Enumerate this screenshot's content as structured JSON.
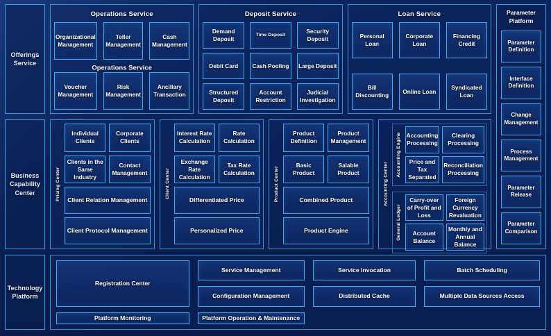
{
  "rows": [
    {
      "label": "Offerings Service",
      "panels": [
        {
          "title": "Operations Service",
          "duplicate_title": "Operations Service",
          "cells": [
            "Organizational Management",
            "Teller Management",
            "Cash Management",
            "Voucher Management",
            "Risk Management",
            "Ancillary Transaction"
          ]
        },
        {
          "title": "Deposit Service",
          "cells": [
            "Demand Deposit",
            "Time Deposit",
            "Security Deposit",
            "Debit Card",
            "Cash Pooling",
            "Large Deposit",
            "Structured Deposit",
            "Account Restriction",
            "Judicial Investigation"
          ]
        },
        {
          "title": "Loan Service",
          "cells": [
            "Personal Loan",
            "Corporate Loan",
            "Financing Credit",
            "Bill Discounting",
            "Online Loan",
            "Syndicated Loan"
          ]
        }
      ]
    },
    {
      "label": "Business Capability Center",
      "panels": [
        {
          "side_label": "Pricing Center",
          "pair1": [
            "Individual Clients",
            "Corporate Clients"
          ],
          "pair2": [
            "Clients in the Same Industry",
            "Contact Management"
          ],
          "full1": "Client Relation Management",
          "full2": "Client Protocol Management"
        },
        {
          "side_label": "Client Center",
          "pair1": [
            "Interest Rate Calculation",
            "Rate Calculation"
          ],
          "pair2": [
            "Exchange Rate Calculation",
            "Tax Rate Calculation"
          ],
          "full1": "Differentiated Price",
          "full2": "Personalized Price"
        },
        {
          "side_label": "Product Center",
          "pair1": [
            "Product Definition",
            "Product Management"
          ],
          "pair2": [
            "Basic Product",
            "Salable Product"
          ],
          "full1": "Combined Product",
          "full2": "Product Engine"
        },
        {
          "side_label": "Accounting Center",
          "groups": [
            {
              "side_label": "Accounting Engine",
              "cells": [
                "Accounting Processing",
                "Clearing Processing",
                "Price and Tax Separated",
                "Reconciliation Processing"
              ]
            },
            {
              "side_label": "General Ledger",
              "cells": [
                "Carry-over of Profit and Loss",
                "Foreign Currency Revaluation",
                "Account Balance",
                "Monthly and Annual Balance"
              ]
            }
          ]
        }
      ]
    },
    {
      "label": "Technology Platform",
      "panels": [
        {
          "cells": [
            "Registration Center",
            "Service Management",
            "Service Invocation",
            "Batch Scheduling",
            "Configuration Management",
            "Distributed Cache",
            "Multiple Data Sources Access",
            "Platform Monitoring",
            "Platform Operation & Maintenance"
          ]
        }
      ]
    }
  ],
  "sidebar": {
    "title": "Parameter Platform",
    "items": [
      "Parameter Definition",
      "Interface Definition",
      "Change Management",
      "Process Management",
      "Parameter Release",
      "Parameter Comparison"
    ]
  },
  "colors": {
    "background": "#0a1f52",
    "panel_border": "#3d8fd8",
    "cell_border": "#4aa6f0",
    "label_border": "#3d9ae8",
    "text": "#ffffff"
  }
}
